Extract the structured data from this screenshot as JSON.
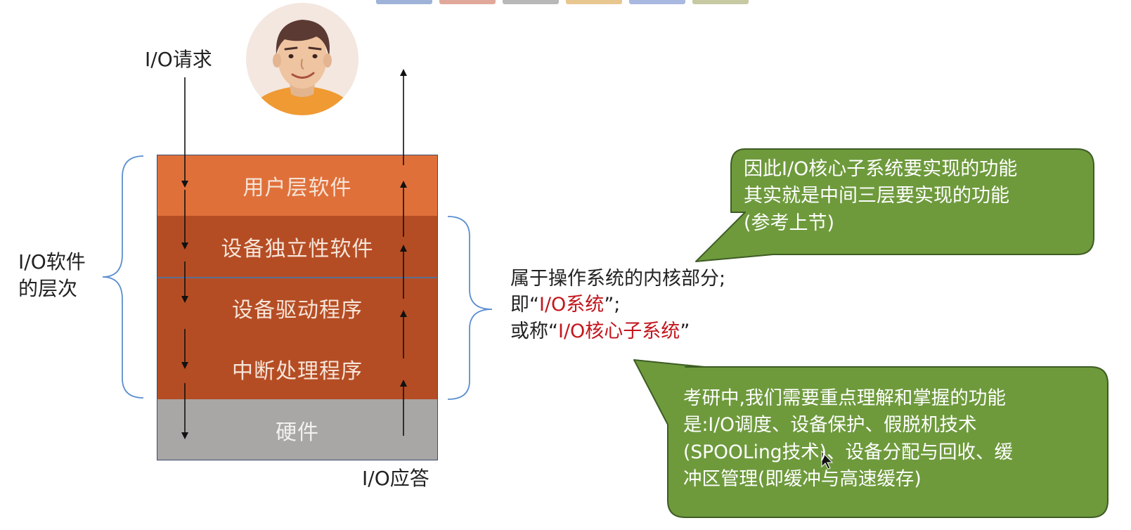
{
  "labels": {
    "io_request": "I/O请求",
    "io_response": "I/O应答",
    "io_software_line1": "I/O软件",
    "io_software_line2": "的层次"
  },
  "layers": [
    {
      "label": "用户层软件"
    },
    {
      "label": "设备独立性软件"
    },
    {
      "label": "设备驱动程序"
    },
    {
      "label": "中断处理程序"
    },
    {
      "label": "硬件"
    }
  ],
  "kernel_note": {
    "line1": "属于操作系统的内核部分;",
    "line2_prefix": "即“",
    "line2_red": "I/O系统",
    "line2_suffix": "”;",
    "line3_prefix": "或称“",
    "line3_red": "I/O核心子系统",
    "line3_suffix": "”"
  },
  "callout_top": {
    "line1": "因此I/O核心子系统要实现的功能",
    "line2": "其实就是中间三层要实现的功能",
    "line3": "(参考上节)"
  },
  "callout_bottom": {
    "line1": "考研中,我们需要重点理解和掌握的功能",
    "line2": "是:I/O调度、设备保护、假脱机技术",
    "line3": "(SPOOLing技术)、设备分配与回收、缓",
    "line4": "冲区管理(即缓冲与高速缓存)"
  },
  "colors": {
    "user_layer": "#e0703a",
    "kernel_layers": "#b54d24",
    "hardware_layer": "#a9a6a6",
    "callout": "#6e9a3c",
    "highlight": "#c4161c"
  }
}
